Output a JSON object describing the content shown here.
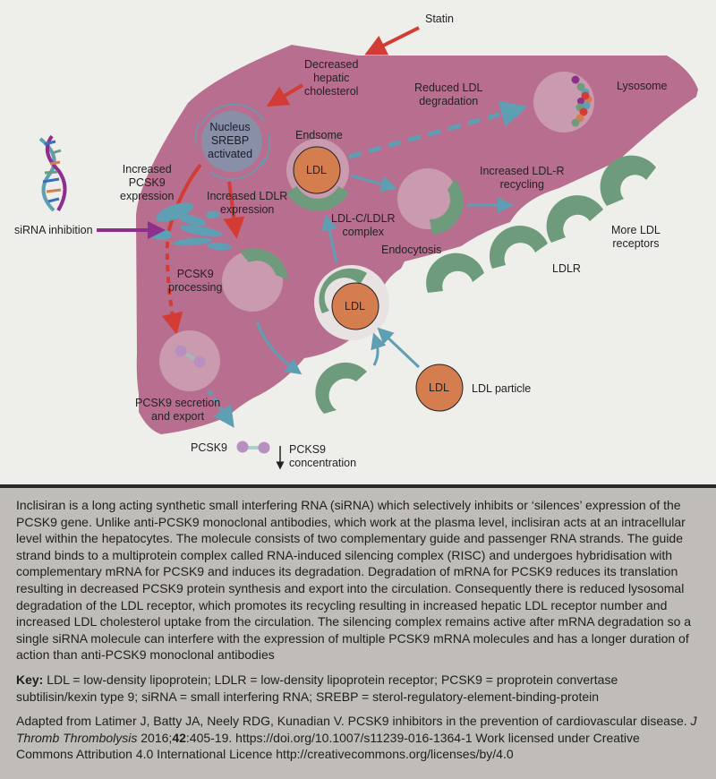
{
  "diagram": {
    "labels": {
      "statin": "Statin",
      "decreased_cholesterol": "Decreased\nhepatic\ncholesterol",
      "nucleus": "Nucleus\nSREBP\nactivated",
      "endosome": "Endsome",
      "reduced_ldl_degradation": "Reduced LDL\ndegradation",
      "lysosome": "Lysosome",
      "increased_pcsk9_expression": "Increased\nPCSK9\nexpression",
      "increased_ldlr_expression": "Increased LDLR\nexpression",
      "increased_ldlr_recycling": "Increased LDL-R\nrecycling",
      "sirna_inhibition": "siRNA inhibition",
      "ldlc_ldlr_complex": "LDL-C/LDLR\ncomplex",
      "endocytosis": "Endocytosis",
      "more_ldl_receptors": "More LDL\nreceptors",
      "pcsk9_processing": "PCSK9\nprocessing",
      "ldlr": "LDLR",
      "ldl_particle": "LDL particle",
      "pcsk9_secretion": "PCSK9 secretion\nand export",
      "pcsk9": "PCSK9",
      "pcks9_concentration": "PCKS9\nconcentration",
      "ldl": "LDL"
    },
    "colors": {
      "liver": "#b86e8e",
      "vesicle": "#ca9aae",
      "receptor": "#6e9b7c",
      "ldl": "#d47d4e",
      "nucleus": "#8a8fa8",
      "teal_arrow": "#5f9fb4",
      "red_arrow": "#d23c35",
      "purple_arrow": "#8e2f8e",
      "pcsk9_dot": "#b98fc0",
      "background": "#eeeeea"
    }
  },
  "caption": {
    "body": "Inclisiran is a long acting synthetic small interfering RNA (siRNA) which selectively inhibits or ‘silences’ expression of the PCSK9 gene. Unlike anti-PCSK9 monoclonal antibodies, which work at the plasma level, inclisiran acts at an intracellular level within the hepatocytes. The molecule consists of two complementary guide and passenger RNA strands. The guide strand binds to a multiprotein complex called RNA-induced silencing complex (RISC) and undergoes hybridisation with complementary mRNA for PCSK9 and induces its degradation. Degradation of mRNA for PCSK9 reduces its translation resulting in decreased PCSK9 protein synthesis and export into the circulation. Consequently there is reduced lysosomal degradation of the LDL receptor, which promotes its recycling resulting in increased hepatic LDL receptor number and increased LDL cholesterol uptake from the circulation. The silencing complex remains active after mRNA degradation so a single siRNA molecule can interfere with the expression of multiple PCSK9 mRNA molecules and has a longer duration of action than anti-PCSK9 monoclonal antibodies",
    "key_label": "Key:",
    "key_text": " LDL = low-density lipoprotein; LDLR = low-density lipoprotein receptor; PCSK9 = proprotein convertase subtilisin/kexin type 9; siRNA = small interfering RNA; SREBP = sterol-regulatory-element-binding-protein",
    "citation_prefix": "Adapted from Latimer J, Batty JA, Neely RDG, Kunadian V. PCSK9 inhibitors in the prevention of cardiovascular disease. ",
    "citation_journal": "J Thromb Thrombolysis",
    "citation_year": " 2016;",
    "citation_volume": "42",
    "citation_suffix": ":405-19. https://doi.org/10.1007/s11239-016-1364-1 Work licensed under Creative Commons Attribution 4.0 International Licence http://creativecommons.org/licenses/by/4.0"
  }
}
